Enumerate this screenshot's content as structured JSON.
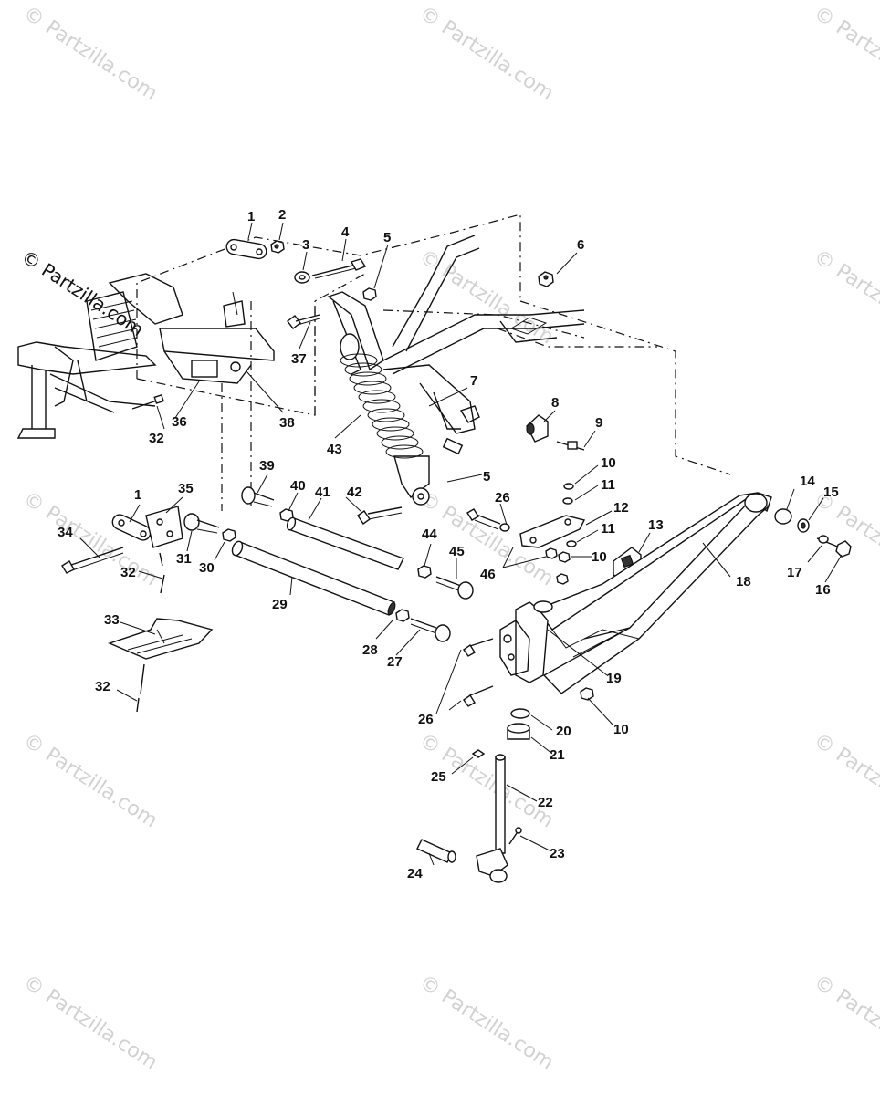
{
  "watermarks": {
    "faint_text": "© Partzilla.com",
    "main_text": "© Partzilla.com"
  },
  "callouts": {
    "c1a": "1",
    "c2": "2",
    "c3": "3",
    "c4": "4",
    "c5a": "5",
    "c6": "6",
    "c7": "7",
    "c8": "8",
    "c9": "9",
    "c10a": "10",
    "c10b": "10",
    "c10c": "10",
    "c11a": "11",
    "c11b": "11",
    "c12": "12",
    "c13": "13",
    "c14": "14",
    "c15": "15",
    "c16": "16",
    "c17": "17",
    "c18": "18",
    "c19": "19",
    "c20": "20",
    "c21": "21",
    "c22": "22",
    "c23": "23",
    "c24": "24",
    "c25": "25",
    "c26a": "26",
    "c26b": "26",
    "c27": "27",
    "c28": "28",
    "c29": "29",
    "c30": "30",
    "c31": "31",
    "c32a": "32",
    "c32b": "32",
    "c32c": "32",
    "c33": "33",
    "c34": "34",
    "c35": "35",
    "c36": "36",
    "c37": "37",
    "c38": "38",
    "c39": "39",
    "c40": "40",
    "c41": "41",
    "c42": "42",
    "c43": "43",
    "c44": "44",
    "c45": "45",
    "c46": "46",
    "c1b": "1",
    "c5b": "5"
  }
}
